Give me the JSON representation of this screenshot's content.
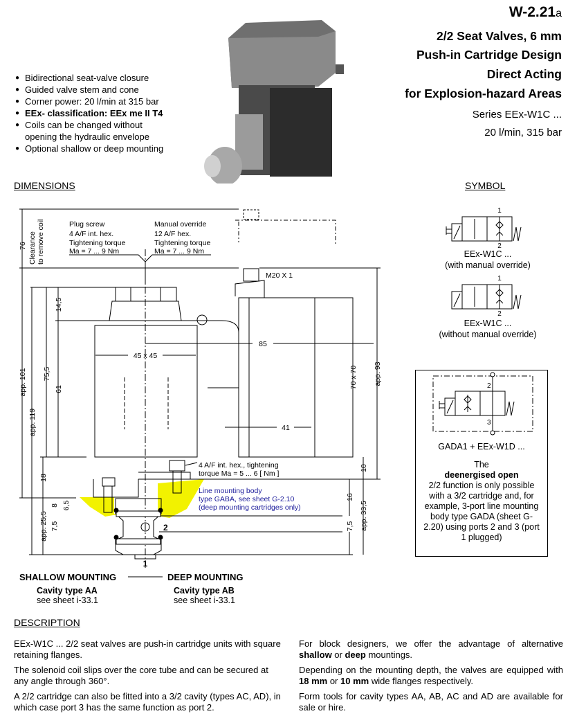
{
  "header": {
    "code": "W-2.21",
    "code_suffix": "a",
    "titles": [
      "2/2 Seat Valves, 6 mm",
      "Push-in Cartridge Design",
      "Direct Acting",
      "for Explosion-hazard Areas"
    ],
    "series": "Series EEx-W1C ...",
    "rating": "20 l/min,   315 bar"
  },
  "features": [
    "Bidirectional seat-valve closure",
    "Guided valve stem and cone",
    "Corner power: 20 l/min at 315 bar",
    "EEx- classification: EEx me II T4",
    "Coils can be changed without opening the hydraulic envelope",
    "Optional shallow or deep mounting"
  ],
  "sections": {
    "dimensions": "DIMENSIONS",
    "symbol": "SYMBOL",
    "description": "DESCRIPTION"
  },
  "drawing": {
    "plug_screw": [
      "Plug screw",
      "4 A/F int. hex.",
      "Tightening torque",
      "Ma = 7 ... 9 Nm"
    ],
    "manual_override": [
      "Manual override",
      "12 A/F hex.",
      "Tightening torque",
      "Ma = 7 ... 9 Nm"
    ],
    "clearance": [
      "Clearance",
      "to remove coil"
    ],
    "thread": "M20 X 1",
    "dims": {
      "d76": "76",
      "d101": "app. 101",
      "d119": "app. 119",
      "d75_5": "75,5",
      "d61": "61",
      "d14_5": "14,5",
      "d18": "18",
      "d8": "8",
      "d6_5": "6,5",
      "d25_5": "app. 25,5",
      "d7_5a": "7,5",
      "d85": "85",
      "d45": "45 x 45",
      "d70": "70 x 70",
      "d93": "app. 93",
      "d41": "41",
      "d10": "10",
      "d16": "16",
      "d7_5b": "7,5",
      "d33_5": "app. 33,5"
    },
    "bolt_note": [
      "4 A/F int. hex., tightening",
      "torque Ma = 5 ... 6 [ Nm ]"
    ],
    "body_note": [
      "Line mounting body",
      "type GABA, see sheet G-2.10",
      "(deep mounting cartridges only)"
    ],
    "port1": "1",
    "port2": "2",
    "shallow": {
      "title": "SHALLOW MOUNTING",
      "cavity": "Cavity type AA",
      "sheet": "see sheet i-33.1"
    },
    "deep": {
      "title": "DEEP MOUNTING",
      "cavity": "Cavity type AB",
      "sheet": "see sheet i-33.1"
    },
    "highlight_color": "#f2f200"
  },
  "symbols": [
    {
      "name": "EEx-W1C ...",
      "note": "(with manual override)",
      "p1": "1",
      "p2": "2"
    },
    {
      "name": "EEx-W1C ...",
      "note": "(without manual override)",
      "p1": "1",
      "p2": "2"
    }
  ],
  "gada": {
    "label": "GADA1  +  EEx-W1D ...",
    "p2": "2",
    "p3": "3",
    "text_1": "The",
    "text_bold": "deenergised open",
    "text_2": "2/2 function is only possible with a 3/2 cartridge and, for example, 3-port line mounting body type GADA (sheet G-2.20) using ports 2 and 3 (port 1 plugged)"
  },
  "description": {
    "left": [
      "EEx-W1C ... 2/2 seat valves are push-in cartridge units with square retaining flanges.",
      "The solenoid coil slips over the core tube and can be secured at any angle through 360°.",
      "A 2/2 cartridge can also be fitted into a 3/2 cavity (types AC, AD), in which case port 3 has the same function as port 2."
    ],
    "right_1a": "For block designers, we offer the advantage of alternative ",
    "right_1b": "shallow",
    "right_1c": " or ",
    "right_1d": "deep",
    "right_1e": " mountings.",
    "right_2a": "Depending on the mounting depth, the valves are equipped with ",
    "right_2b": "18 mm",
    "right_2c": " or ",
    "right_2d": "10 mm",
    "right_2e": " wide flanges respectively.",
    "right_3": "Form tools for cavity types AA, AB, AC and AD are available for sale or hire."
  }
}
